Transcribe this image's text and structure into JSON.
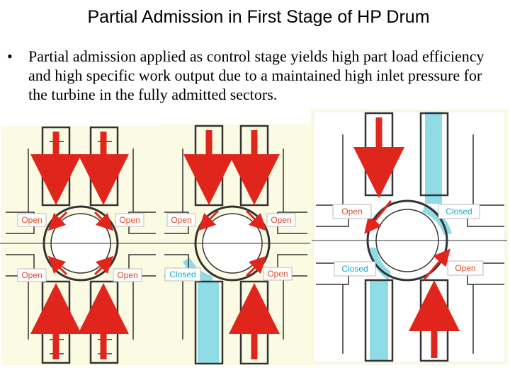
{
  "title": "Partial Admission in First Stage of HP Drum",
  "bullet": "Partial admission applied as control stage yields high part load efficiency and high specific work output due to a maintained high inlet pressure for the turbine in the fully admitted sectors.",
  "colors": {
    "arrow": "#e0261c",
    "closed_fill": "#8fdbe6",
    "label_open": "#e04a2a",
    "label_closed": "#1aa6c8",
    "panel_bg": "#fbfbe4",
    "metal": "#333333"
  },
  "diagrams": [
    {
      "labels": [
        "Open",
        "Open",
        "Open",
        "Open"
      ]
    },
    {
      "labels": [
        "Open",
        "Open",
        "Closed",
        "Open"
      ]
    },
    {
      "labels": [
        "Open",
        "Closed",
        "Closed",
        "Open"
      ]
    }
  ]
}
